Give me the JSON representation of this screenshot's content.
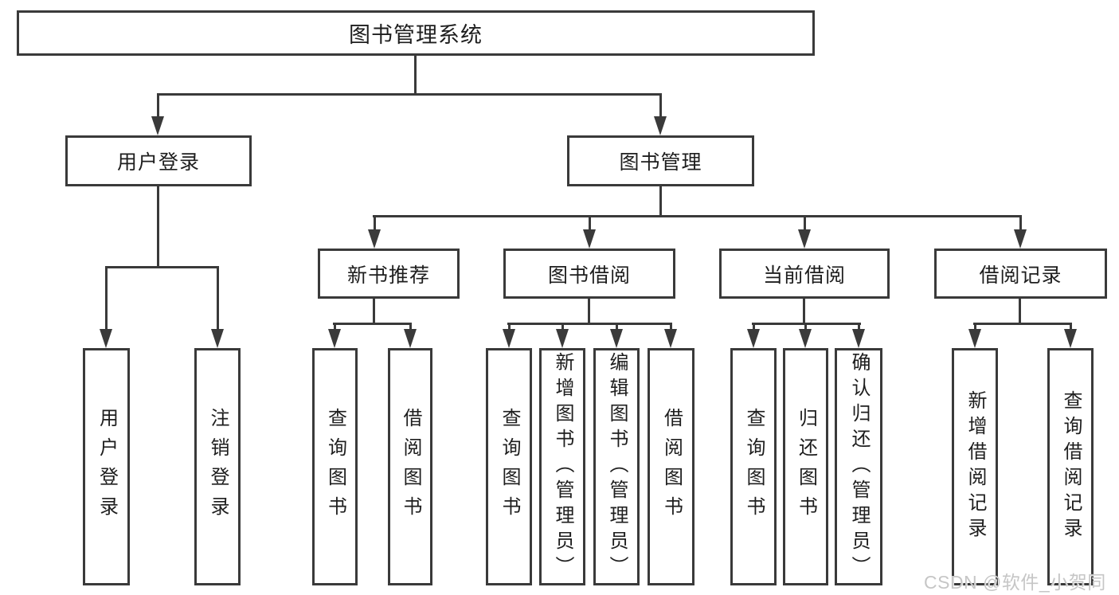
{
  "nodes": {
    "root": "图书管理系统",
    "level2": [
      {
        "label": "用户登录"
      },
      {
        "label": "图书管理"
      }
    ],
    "level3": [
      {
        "label": "新书推荐"
      },
      {
        "label": "图书借阅"
      },
      {
        "label": "当前借阅"
      },
      {
        "label": "借阅记录"
      }
    ],
    "leaves": [
      "用户登录",
      "注销登录",
      "查询图书",
      "借阅图书",
      "查询图书",
      "新增图书（管理员）",
      "编辑图书（管理员）",
      "借阅图书",
      "查询图书",
      "归还图书",
      "确认归还（管理员）",
      "新增借阅记录",
      "查询借阅记录"
    ]
  },
  "watermark": "CSDN @软件_小贺同学",
  "colors": {
    "line": "#3a3a3a",
    "text": "#1e1e1e",
    "background": "#ffffff",
    "watermark": "#c6c6c6"
  }
}
